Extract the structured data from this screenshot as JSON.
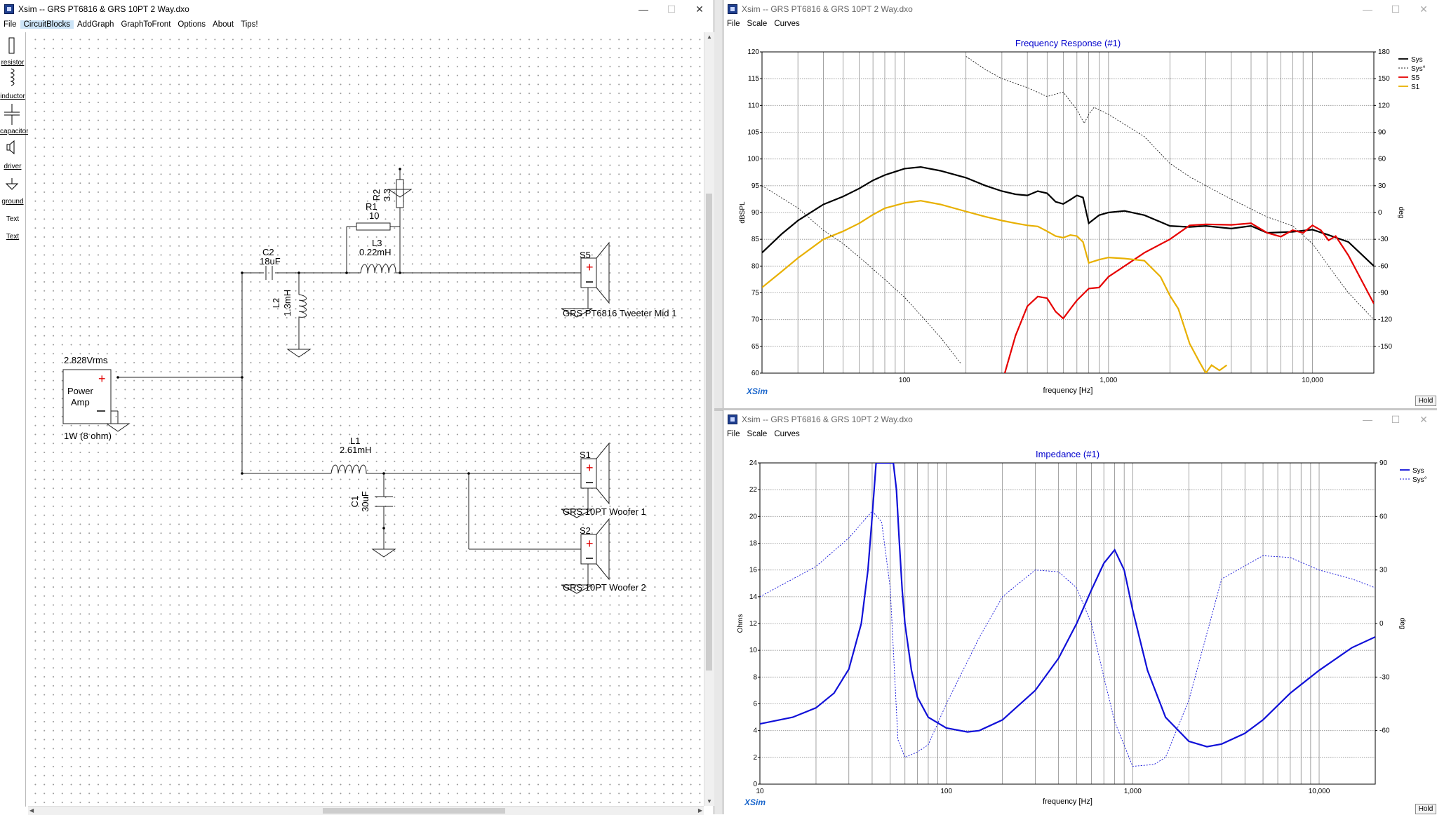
{
  "left_window": {
    "title": "Xsim -- GRS PT6816 & GRS 10PT 2 Way.dxo",
    "controls": [
      "—",
      "☐",
      "✕"
    ],
    "menu": [
      "File",
      "CircuitBlocks",
      "AddGraph",
      "GraphToFront",
      "Options",
      "About",
      "Tips!"
    ],
    "tools": [
      "resistor",
      "inductor",
      "capacitor",
      "driver",
      "ground",
      "Text",
      "Text"
    ]
  },
  "circuit": {
    "amp": {
      "voltage": "2.828Vrms",
      "line1": "Power",
      "line2": "Amp",
      "power": "1W (8 ohm)"
    },
    "c2": {
      "name": "C2",
      "value": "18uF"
    },
    "l2": {
      "name": "L2",
      "value": "1.3mH"
    },
    "r1": {
      "name": "R1",
      "value": "10"
    },
    "r2": {
      "name": "R2",
      "value": "3.3"
    },
    "l3": {
      "name": "L3",
      "value": "0.22mH"
    },
    "s5": {
      "name": "S5",
      "label": "GRS PT6816 Tweeter Mid 1"
    },
    "l1": {
      "name": "L1",
      "value": "2.61mH"
    },
    "c1": {
      "name": "C1",
      "value": "30uF"
    },
    "s1": {
      "name": "S1",
      "label": "GRS 10PT Woofer 1"
    },
    "s2": {
      "name": "S2",
      "label": "GRS 10PT Woofer 2"
    }
  },
  "fr_window": {
    "title": "Xsim -- GRS PT6816 & GRS 10PT 2 Way.dxo",
    "menu": [
      "File",
      "Scale",
      "Curves"
    ],
    "hold": "Hold",
    "brand": "XSim"
  },
  "imp_window": {
    "title": "Xsim -- GRS PT6816 & GRS 10PT 2 Way.dxo",
    "menu": [
      "File",
      "Scale",
      "Curves"
    ],
    "hold": "Hold",
    "brand": "XSim"
  },
  "colors": {
    "sys": "#000000",
    "s5": "#e60000",
    "s1": "#e8b000",
    "imp": "#1010d8",
    "title": "#0000cc"
  },
  "chart_data": [
    {
      "type": "line",
      "title": "Frequency Response (#1)",
      "xlabel": "frequency [Hz]",
      "ylabel": "dBSPL",
      "y2label": "deg",
      "xscale": "log",
      "xlim": [
        20,
        20000
      ],
      "ylim": [
        60,
        120
      ],
      "y2lim": [
        -180,
        180
      ],
      "xticks": [
        "100",
        "1,000",
        "10,000"
      ],
      "yticks": [
        60,
        65,
        70,
        75,
        80,
        85,
        90,
        95,
        100,
        105,
        110,
        115,
        120
      ],
      "y2ticks": [
        -150,
        -120,
        -90,
        -60,
        -30,
        0,
        30,
        60,
        90,
        120,
        150,
        180
      ],
      "grid": true,
      "legend_position": "top-right",
      "series": [
        {
          "name": "Sys",
          "style": "solid",
          "axis": "left",
          "x": [
            20,
            25,
            30,
            40,
            50,
            60,
            70,
            80,
            100,
            120,
            150,
            200,
            250,
            300,
            350,
            400,
            450,
            500,
            550,
            600,
            650,
            700,
            750,
            800,
            900,
            1000,
            1200,
            1500,
            2000,
            2500,
            3000,
            4000,
            5000,
            6000,
            8000,
            10000,
            12000,
            15000,
            20000
          ],
          "y": [
            82.5,
            86,
            88.5,
            91.5,
            93,
            94.5,
            96,
            97,
            98.2,
            98.5,
            97.8,
            96.5,
            95,
            94,
            93.4,
            93.2,
            94,
            93.6,
            92,
            91.6,
            92.4,
            93.2,
            92.8,
            88,
            89.5,
            90,
            90.3,
            89.5,
            87.5,
            87.3,
            87.5,
            87,
            87.5,
            86.2,
            86.4,
            86.8,
            85.8,
            84.5,
            80
          ]
        },
        {
          "name": "Sys°",
          "style": "dotted",
          "axis": "right",
          "x": [
            20,
            30,
            40,
            50,
            60,
            80,
            100,
            120,
            150,
            190,
            200,
            250,
            300,
            400,
            500,
            600,
            700,
            760,
            800,
            850,
            900,
            1000,
            1500,
            2000,
            2500,
            3000,
            4000,
            6000,
            8000,
            10000,
            12000,
            15000,
            20000
          ],
          "y": [
            30,
            5,
            -20,
            -35,
            -50,
            -75,
            -95,
            -115,
            -140,
            -170,
            175,
            160,
            150,
            140,
            130,
            135,
            115,
            100,
            110,
            118,
            115,
            110,
            85,
            55,
            40,
            30,
            15,
            -5,
            -15,
            -35,
            -60,
            -90,
            -120
          ]
        },
        {
          "name": "S5",
          "style": "solid",
          "axis": "left",
          "x": [
            310,
            350,
            400,
            450,
            500,
            550,
            600,
            650,
            700,
            800,
            900,
            1000,
            1200,
            1500,
            2000,
            2500,
            3000,
            4000,
            5000,
            6000,
            7000,
            8000,
            9000,
            10000,
            11000,
            12000,
            13000,
            15000,
            20000
          ],
          "y": [
            60,
            67,
            72.5,
            74.3,
            74,
            71.5,
            70.2,
            72,
            73.6,
            75.8,
            76,
            78,
            80,
            82.5,
            85,
            87.6,
            87.8,
            87.7,
            88,
            86.2,
            85.5,
            86.7,
            86.2,
            87.6,
            86.7,
            84.8,
            85.6,
            82,
            73
          ]
        },
        {
          "name": "S1",
          "style": "solid",
          "axis": "left",
          "x": [
            20,
            25,
            30,
            40,
            50,
            60,
            70,
            80,
            100,
            120,
            150,
            200,
            250,
            300,
            350,
            400,
            450,
            500,
            550,
            600,
            650,
            700,
            750,
            800,
            900,
            1000,
            1200,
            1500,
            1800,
            2000,
            2200,
            2500,
            2800,
            3000,
            3200,
            3500,
            3800
          ],
          "y": [
            76,
            79,
            81.5,
            85,
            86.5,
            88,
            89.6,
            90.8,
            91.8,
            92.2,
            91.5,
            90.2,
            89.2,
            88.5,
            88,
            87.6,
            87.4,
            86.5,
            85.6,
            85.3,
            85.8,
            85.6,
            84.5,
            80.6,
            81.2,
            81.6,
            81.4,
            81,
            78,
            74.5,
            72,
            65.5,
            62,
            60,
            61.5,
            60.5,
            61.5
          ]
        }
      ]
    },
    {
      "type": "line",
      "title": "Impedance (#1)",
      "xlabel": "frequency [Hz]",
      "ylabel": "Ohms",
      "y2label": "deg",
      "xscale": "log",
      "xlim": [
        10,
        20000
      ],
      "ylim": [
        0,
        24
      ],
      "y2lim": [
        -90,
        90
      ],
      "xticks": [
        "10",
        "100",
        "1,000",
        "10,000"
      ],
      "yticks": [
        0,
        2,
        4,
        6,
        8,
        10,
        12,
        14,
        16,
        18,
        20,
        22,
        24
      ],
      "y2ticks": [
        -60,
        -30,
        0,
        30,
        60,
        90
      ],
      "grid": true,
      "legend_position": "top-right",
      "series": [
        {
          "name": "Sys",
          "style": "solid",
          "axis": "left",
          "x": [
            10,
            15,
            20,
            25,
            30,
            35,
            38,
            40,
            42,
            44,
            46,
            50,
            52,
            54,
            56,
            58,
            60,
            65,
            70,
            80,
            100,
            130,
            150,
            200,
            300,
            400,
            500,
            600,
            700,
            800,
            900,
            1000,
            1200,
            1500,
            2000,
            2500,
            3000,
            4000,
            5000,
            7000,
            10000,
            15000,
            20000
          ],
          "y": [
            4.5,
            5,
            5.7,
            6.8,
            8.6,
            12,
            16,
            20,
            24,
            24,
            24,
            24,
            24,
            22,
            18,
            14.5,
            12,
            8.5,
            6.5,
            5,
            4.2,
            3.9,
            4,
            4.8,
            7,
            9.4,
            12,
            14.5,
            16.5,
            17.5,
            16,
            13,
            8.5,
            5,
            3.2,
            2.8,
            3,
            3.8,
            4.8,
            6.8,
            8.5,
            10.2,
            11
          ]
        },
        {
          "name": "Sys°",
          "style": "dotted",
          "axis": "right",
          "x": [
            10,
            20,
            30,
            40,
            45,
            50,
            55,
            60,
            70,
            80,
            100,
            150,
            200,
            300,
            400,
            500,
            600,
            700,
            800,
            1000,
            1300,
            1500,
            2000,
            3000,
            5000,
            7000,
            10000,
            15000,
            20000
          ],
          "y": [
            15,
            32,
            48,
            63,
            57,
            20,
            -65,
            -75,
            -72,
            -68,
            -45,
            -8,
            15,
            30,
            29,
            20,
            0,
            -30,
            -55,
            -80,
            -79,
            -75,
            -43,
            25,
            38,
            37,
            30,
            25,
            20
          ]
        }
      ]
    }
  ]
}
